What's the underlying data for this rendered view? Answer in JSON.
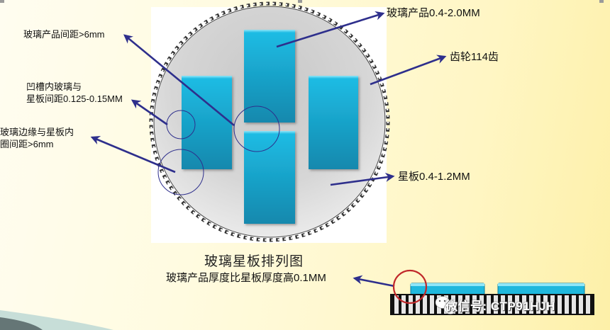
{
  "diagram": {
    "title": "玻璃星板排列图",
    "subtitle": "玻璃产品厚度比星板厚度高0.1MM",
    "labels": {
      "glass_spacing": "玻璃产品间距>6mm",
      "groove_gap_line1": "凹槽内玻璃与",
      "groove_gap_line2": "星板间距0.125-0.15MM",
      "edge_gap_line1": "玻璃边缘与星板内",
      "edge_gap_line2": "圈间距>6mm",
      "glass_product": "玻璃产品0.4-2.0MM",
      "gear_teeth": "齿轮114齿",
      "star_plate": "星板0.4-1.2MM"
    },
    "watermark": "微信号: CTP91HJH",
    "gear_teeth_count": 114,
    "colors": {
      "background": "#fff8d0",
      "glass_blue": "#1ab0d8",
      "glass_blue_dark": "#0f8aae",
      "disc_gray": "#d8d8d8",
      "arrow_navy": "#2e2f8c",
      "highlight_red": "#c0282a"
    }
  }
}
